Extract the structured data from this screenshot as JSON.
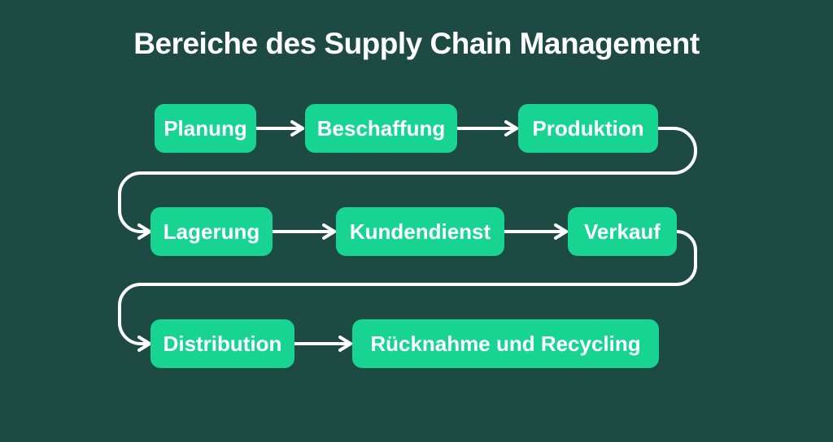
{
  "title": "Bereiche des Supply Chain Management",
  "colors": {
    "background": "#1d4a42",
    "node_fill": "#17d492",
    "node_text": "#ffffff",
    "title_text": "#ffffff",
    "connector": "#ffffff"
  },
  "diagram": {
    "type": "flowchart",
    "direction": "serpentine-left-to-right",
    "nodes": [
      {
        "id": "planung",
        "label": "Planung",
        "row": 1
      },
      {
        "id": "beschaffung",
        "label": "Beschaffung",
        "row": 1
      },
      {
        "id": "produktion",
        "label": "Produktion",
        "row": 1
      },
      {
        "id": "lagerung",
        "label": "Lagerung",
        "row": 2
      },
      {
        "id": "kundendienst",
        "label": "Kundendienst",
        "row": 2
      },
      {
        "id": "verkauf",
        "label": "Verkauf",
        "row": 2
      },
      {
        "id": "distribution",
        "label": "Distribution",
        "row": 3
      },
      {
        "id": "ruecknahme-recycling",
        "label": "Rücknahme und Recycling",
        "row": 3
      }
    ],
    "edges": [
      {
        "from": "Planung",
        "to": "Beschaffung"
      },
      {
        "from": "Beschaffung",
        "to": "Produktion"
      },
      {
        "from": "Produktion",
        "to": "Lagerung"
      },
      {
        "from": "Lagerung",
        "to": "Kundendienst"
      },
      {
        "from": "Kundendienst",
        "to": "Verkauf"
      },
      {
        "from": "Verkauf",
        "to": "Distribution"
      },
      {
        "from": "Distribution",
        "to": "Rücknahme und Recycling"
      }
    ]
  }
}
